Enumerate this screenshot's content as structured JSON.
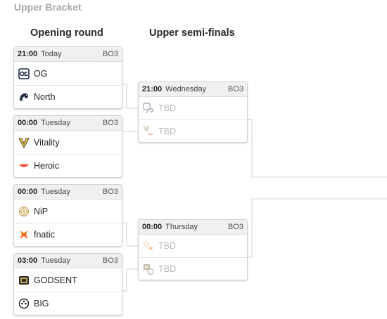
{
  "section_title": "Upper Bracket",
  "columns": {
    "round1": "Opening round",
    "round2": "Upper semi-finals"
  },
  "round1": [
    {
      "time": "21:00",
      "day": "Today",
      "format": "BO3",
      "teams": [
        {
          "name": "OG",
          "icon": "og-logo-icon"
        },
        {
          "name": "North",
          "icon": "north-logo-icon"
        }
      ]
    },
    {
      "time": "00:00",
      "day": "Tuesday",
      "format": "BO3",
      "teams": [
        {
          "name": "Vitality",
          "icon": "vitality-logo-icon"
        },
        {
          "name": "Heroic",
          "icon": "heroic-logo-icon"
        }
      ]
    },
    {
      "time": "00:00",
      "day": "Tuesday",
      "format": "BO3",
      "teams": [
        {
          "name": "NiP",
          "icon": "nip-logo-icon"
        },
        {
          "name": "fnatic",
          "icon": "fnatic-logo-icon"
        }
      ]
    },
    {
      "time": "03:00",
      "day": "Tuesday",
      "format": "BO3",
      "teams": [
        {
          "name": "GODSENT",
          "icon": "godsent-logo-icon"
        },
        {
          "name": "BIG",
          "icon": "big-logo-icon"
        }
      ]
    }
  ],
  "round2": [
    {
      "time": "21:00",
      "day": "Wednesday",
      "format": "BO3",
      "teams": [
        {
          "name": "TBD",
          "icon": "og-north-logos-icon"
        },
        {
          "name": "TBD",
          "icon": "vitality-heroic-logos-icon"
        }
      ]
    },
    {
      "time": "00:00",
      "day": "Thursday",
      "format": "BO3",
      "teams": [
        {
          "name": "TBD",
          "icon": "nip-fnatic-logos-icon"
        },
        {
          "name": "TBD",
          "icon": "godsent-big-logos-icon"
        }
      ]
    }
  ],
  "colors": {
    "connector": "#d0d0d0",
    "header_bg": "#f0f0f0",
    "tbd_text": "#b8b8b8"
  }
}
